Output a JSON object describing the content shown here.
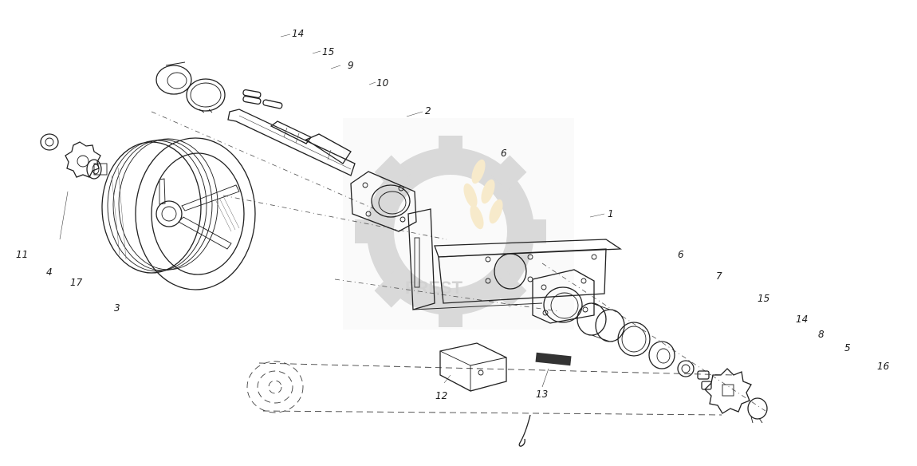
{
  "watermark_text": "FREST",
  "watermark_color": "#9a9a9a",
  "watermark_accent": "#e8c060",
  "labels": {
    "l14a": "14",
    "l15a": "15",
    "l9": "9",
    "l10": "10",
    "l2": "2",
    "l6a": "6",
    "l1": "1",
    "l11": "11",
    "l4": "4",
    "l17": "17",
    "l3": "3",
    "l6b": "6",
    "l7": "7",
    "l15b": "15",
    "l14b": "14",
    "l8": "8",
    "l5": "5",
    "l16": "16",
    "l12": "12",
    "l13": "13"
  }
}
